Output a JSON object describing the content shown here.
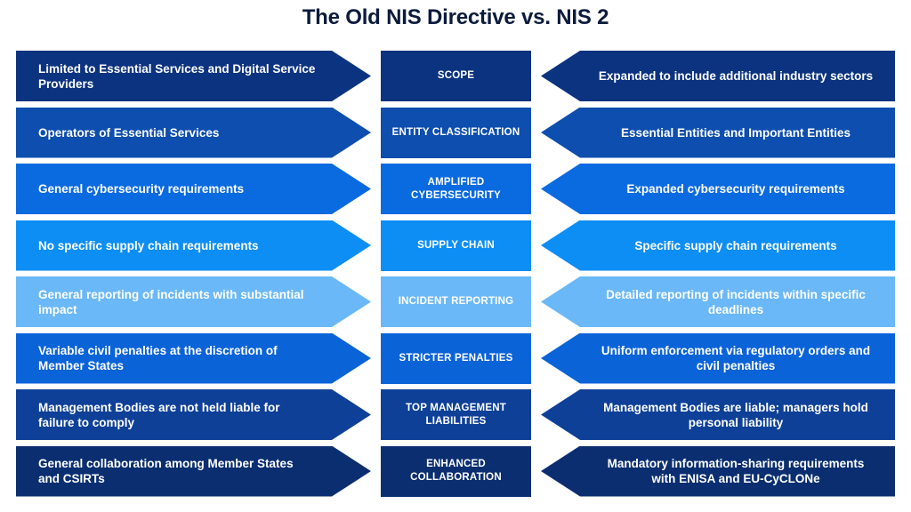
{
  "title": "The Old NIS Directive vs. NIS 2",
  "background_color": "#ffffff",
  "title_color": "#0b1b3d",
  "text_color": "#ffffff",
  "rows": [
    {
      "color": "#0b3380",
      "left": "Limited to Essential Services and Digital Service Providers",
      "center": "SCOPE",
      "right": "Expanded to include additional industry sectors"
    },
    {
      "color": "#0d4eae",
      "left": "Operators of Essential Services",
      "center": "ENTITY CLASSIFICATION",
      "right": "Essential Entities and Important Entities"
    },
    {
      "color": "#0a6ae0",
      "left": "General cybersecurity requirements",
      "center": "AMPLIFIED CYBERSECURITY",
      "right": "Expanded cybersecurity requirements"
    },
    {
      "color": "#0d8ef5",
      "left": "No specific supply chain requirements",
      "center": "SUPPLY CHAIN",
      "right": "Specific supply chain requirements"
    },
    {
      "color": "#6ab8f7",
      "left": "General reporting of incidents with substantial impact",
      "center": "INCIDENT REPORTING",
      "right": "Detailed reporting of incidents within specific deadlines"
    },
    {
      "color": "#0b63d8",
      "left": "Variable civil penalties at the discretion of Member States",
      "center": "STRICTER PENALTIES",
      "right": "Uniform enforcement via regulatory orders and civil penalties"
    },
    {
      "color": "#0e4098",
      "left": "Management Bodies are not held liable for failure to comply",
      "center": "TOP MANAGEMENT LIABILITIES",
      "right": "Management Bodies are liable; managers hold personal liability"
    },
    {
      "color": "#0a2e70",
      "left": "General collaboration among Member States and CSIRTs",
      "center": "ENHANCED COLLABORATION",
      "right": "Mandatory information-sharing requirements with ENISA and EU-CyCLONe"
    }
  ]
}
